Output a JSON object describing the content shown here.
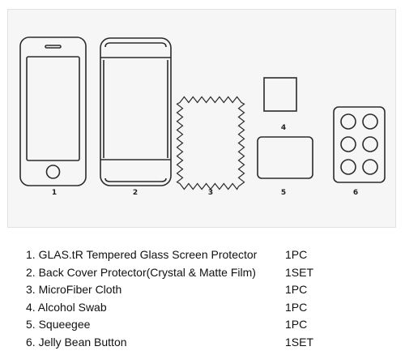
{
  "diagram": {
    "labels": [
      "1",
      "2",
      "3",
      "4",
      "5",
      "6"
    ]
  },
  "contents": [
    {
      "name": "1. GLAS.tR Tempered Glass Screen Protector",
      "qty": "1PC"
    },
    {
      "name": "2. Back Cover Protector(Crystal & Matte Film)",
      "qty": "1SET"
    },
    {
      "name": "3. MicroFiber Cloth",
      "qty": "1PC"
    },
    {
      "name": "4. Alcohol Swab",
      "qty": "1PC"
    },
    {
      "name": "5. Squeegee",
      "qty": "1PC"
    },
    {
      "name": "6. Jelly Bean Button",
      "qty": "1SET"
    }
  ]
}
